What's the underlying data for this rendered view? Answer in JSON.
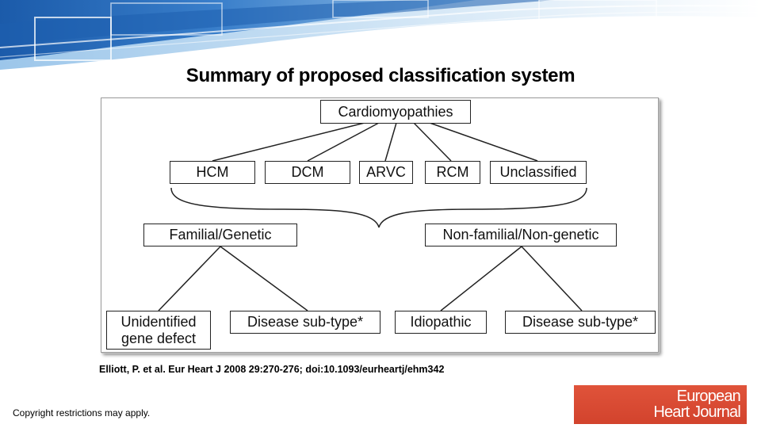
{
  "title": "Summary of proposed classification system",
  "diagram": {
    "root": "Cardiomyopathies",
    "subtypes": [
      "HCM",
      "DCM",
      "ARVC",
      "RCM",
      "Unclassified"
    ],
    "groups": [
      "Familial/Genetic",
      "Non-familial/Non-genetic"
    ],
    "familial_children": [
      "Unidentified gene defect",
      "Disease sub-type*"
    ],
    "nonfamilial_children": [
      "Idiopathic",
      "Disease sub-type*"
    ]
  },
  "citation": "Elliott, P. et al. Eur Heart J 2008 29:270-276;  doi:10.1093/eurheartj/ehm342",
  "copyright": "Copyright restrictions may apply.",
  "logo": {
    "line1": "European",
    "line2": "Heart Journal",
    "color": "#d84a33"
  },
  "colors": {
    "banner_dark": "#1d5fae",
    "banner_light": "#cfe4f5",
    "box_border": "#222222"
  }
}
